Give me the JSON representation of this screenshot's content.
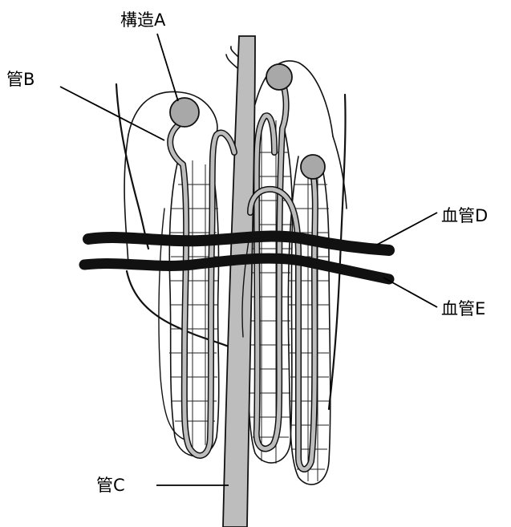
{
  "labels": {
    "structure_a": "構造A",
    "tube_b": "管B",
    "tube_c": "管C",
    "vessel_d": "血管D",
    "vessel_e": "血管E"
  },
  "colors": {
    "tube_fill": "#bdbdbd",
    "glomerulus_fill": "#a8a8a8",
    "vessel_fill": "#111111",
    "ink": "#111111"
  }
}
